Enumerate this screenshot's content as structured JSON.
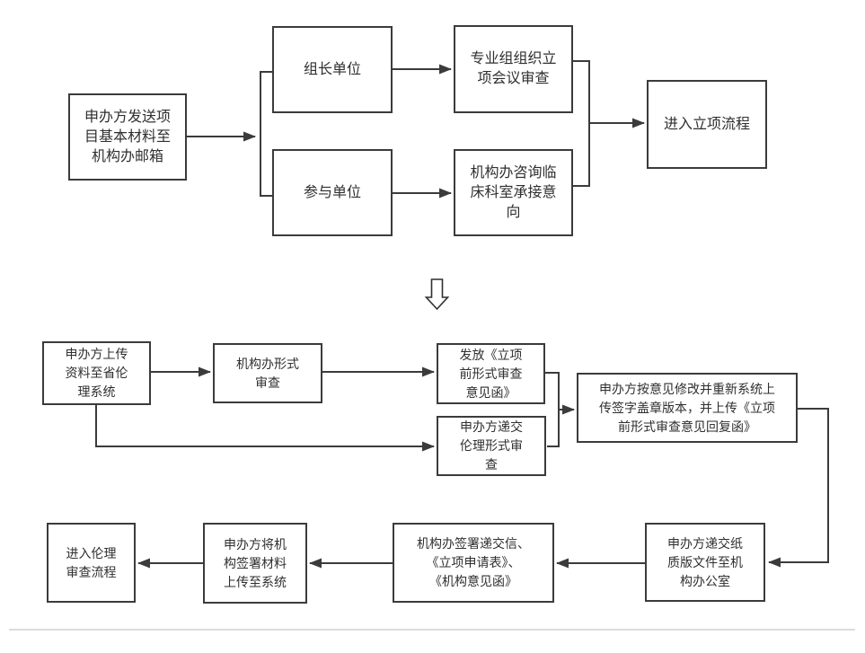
{
  "colors": {
    "background": "#ffffff",
    "box_border": "#3b3b3b",
    "text": "#2f2f2f",
    "connector": "#3b3b3b",
    "divider": "#dcdcdc"
  },
  "icons": {
    "flow_continues_down": "hollow-down-arrow"
  },
  "top_flow": {
    "nodes": {
      "sponsor_send": {
        "lines": [
          "申办方发送项",
          "目基本材料至",
          "机构办邮箱"
        ]
      },
      "lead_unit": {
        "lines": [
          "组长单位"
        ]
      },
      "participant_unit": {
        "lines": [
          "参与单位"
        ]
      },
      "specialty_group_review": {
        "lines": [
          "专业组组织立",
          "项会议审查"
        ]
      },
      "office_consult_clinical": {
        "lines": [
          "机构办咨询临",
          "床科室承接意",
          "向"
        ]
      },
      "enter_project_initiation": {
        "lines": [
          "进入立项流程"
        ]
      }
    }
  },
  "bottom_flow": {
    "nodes": {
      "sponsor_upload_provincial": {
        "lines": [
          "申办方上传",
          "资料至省伦",
          "理系统"
        ]
      },
      "office_formal_review": {
        "lines": [
          "机构办形式",
          "审查"
        ]
      },
      "issue_review_letter": {
        "lines": [
          "发放《立项",
          "前形式审查",
          "意见函》"
        ]
      },
      "sponsor_submit_ethics_formal": {
        "lines": [
          "申办方递交",
          "伦理形式审",
          "查"
        ]
      },
      "sponsor_revise_reupload": {
        "lines": [
          "申办方按意见修改并重新系统上",
          "传签字盖章版本，并上传《立项",
          "前形式审查意见回复函》"
        ]
      },
      "sponsor_submit_paper": {
        "lines": [
          "申办方递交纸",
          "质版文件至机",
          "构办公室"
        ]
      },
      "office_sign_documents": {
        "lines": [
          "机构办签署递交信、",
          "《立项申请表》、",
          "《机构意见函》"
        ]
      },
      "sponsor_upload_signed": {
        "lines": [
          "申办方将机",
          "构签署材料",
          "上传至系统"
        ]
      },
      "enter_ethics_review": {
        "lines": [
          "进入伦理",
          "审查流程"
        ]
      }
    }
  }
}
